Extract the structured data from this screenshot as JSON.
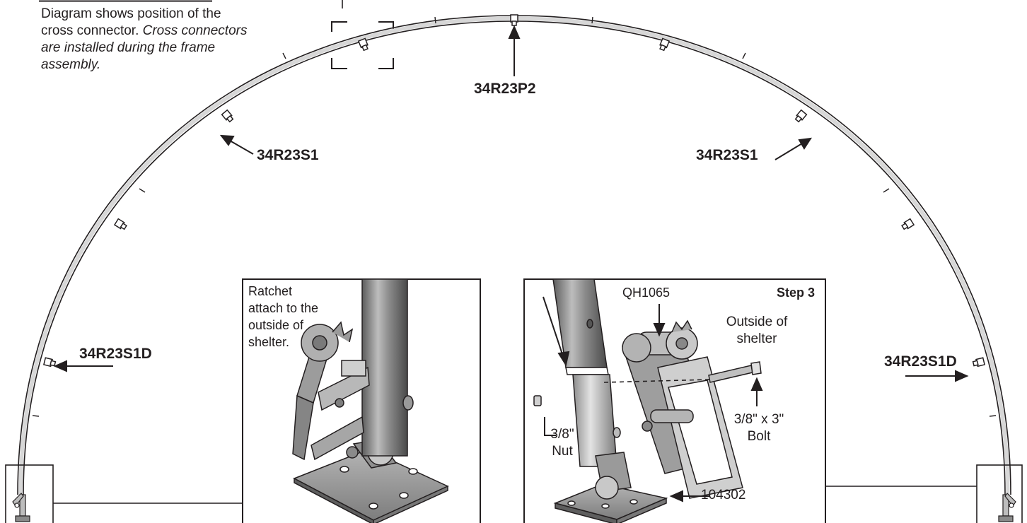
{
  "intro": {
    "line1": "Diagram shows position of the",
    "line2_plain": "cross connector. ",
    "line2_italic": "Cross connectors",
    "line3": "are installed during the frame",
    "line4": "assembly."
  },
  "arch_labels": {
    "top": "34R23P2",
    "upper_left": "34R23S1",
    "upper_right": "34R23S1",
    "lower_left": "34R23S1D",
    "lower_right": "34R23S1D"
  },
  "detail_left": {
    "caption_lines": [
      "Ratchet",
      "attach to the",
      "outside of",
      "shelter."
    ]
  },
  "detail_right": {
    "step": "Step 3",
    "ratchet_part": "QH1065",
    "outside_lines": [
      "Outside of",
      "shelter"
    ],
    "bolt_lines": [
      "3/8\" x 3\"",
      "Bolt"
    ],
    "nut_lines": [
      "3/8\"",
      "Nut"
    ],
    "base_part": "104302"
  },
  "colors": {
    "ink": "#231f20",
    "metal_light": "#d4d4d4",
    "metal_mid": "#a3a3a3",
    "metal_dark": "#6e6e6e"
  }
}
